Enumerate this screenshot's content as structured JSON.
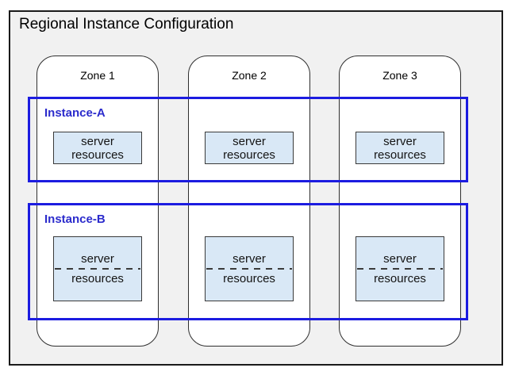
{
  "title": "Regional Instance Configuration",
  "zones": [
    {
      "label": "Zone 1"
    },
    {
      "label": "Zone 2"
    },
    {
      "label": "Zone 3"
    }
  ],
  "instances": [
    {
      "label": "Instance-A",
      "resources": [
        {
          "line1": "server",
          "line2": "resources",
          "split": false
        },
        {
          "line1": "server",
          "line2": "resources",
          "split": false
        },
        {
          "line1": "server",
          "line2": "resources",
          "split": false
        }
      ]
    },
    {
      "label": "Instance-B",
      "resources": [
        {
          "line1": "server",
          "line2": "resources",
          "split": true
        },
        {
          "line1": "server",
          "line2": "resources",
          "split": true
        },
        {
          "line1": "server",
          "line2": "resources",
          "split": true
        }
      ]
    }
  ],
  "colors": {
    "region_fill": "#f1f1f1",
    "region_border": "#1a1a1a",
    "zone_fill": "#ffffff",
    "zone_border": "#2e2e2e",
    "instance_border": "#1c1ce0",
    "instance_label": "#2b2bcc",
    "resource_fill": "#d9e8f6",
    "resource_border": "#3a3a3a",
    "text": "#000000"
  }
}
